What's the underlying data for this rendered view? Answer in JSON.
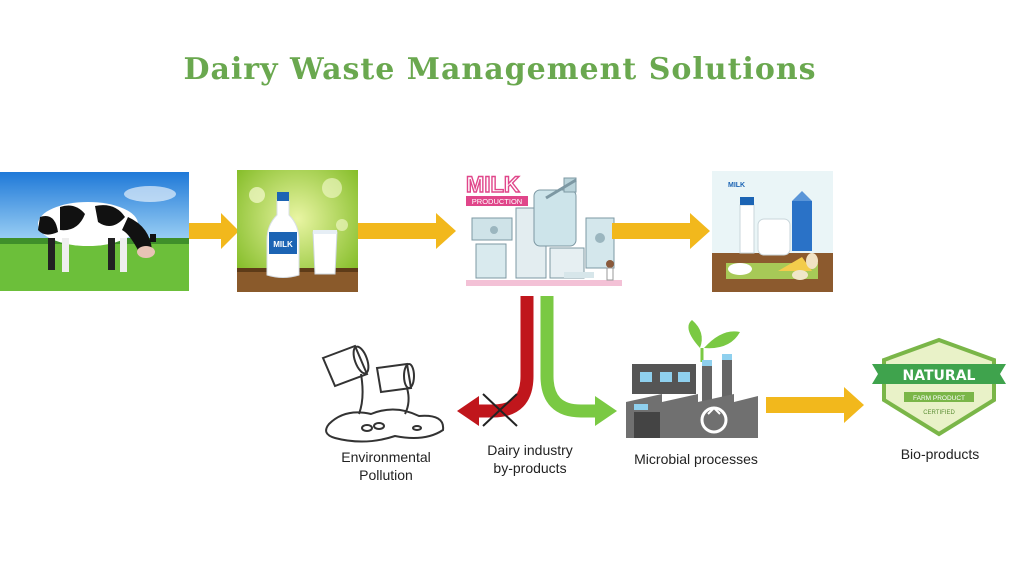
{
  "title": "Dairy Waste Management Solutions",
  "images": {
    "cow": "cow-grazing-photo",
    "milk": "milk-bottle-and-glass-photo",
    "production": "milk-production-plant-illustration",
    "products": "dairy-products-photo",
    "pollution": "pipe-discharge-pollution-icon",
    "factory": "factory-with-sprout-icon",
    "badge": "natural-farm-product-badge"
  },
  "production_sign": {
    "line1": "MILK",
    "line2": "PRODUCTION"
  },
  "bottle_label": "MILK",
  "badge": {
    "banner": "NATURAL",
    "line1": "FARM PRODUCT",
    "line2": "CERTIFIED"
  },
  "labels": {
    "pollution_line1": "Environmental",
    "pollution_line2": "Pollution",
    "byproducts_line1": "Dairy industry",
    "byproducts_line2": "by-products",
    "microbial": "Microbial processes",
    "bioproducts": "Bio-products"
  },
  "colors": {
    "title": "#6aa84f",
    "flow_arrow": "#f2b81c",
    "pollution_arrow": "#c0161c",
    "microbial_arrow": "#7ac943",
    "badge_green": "#4caf50"
  }
}
